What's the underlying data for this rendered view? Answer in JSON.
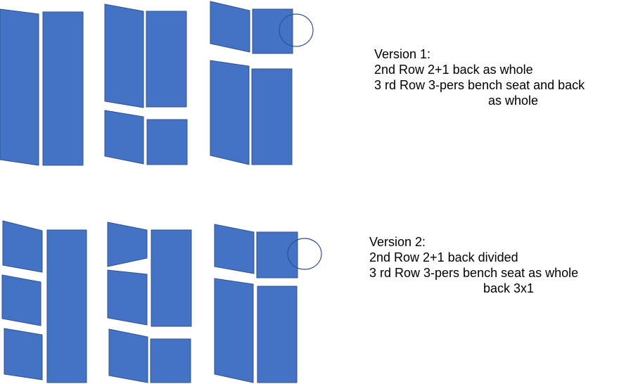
{
  "colors": {
    "panel_fill": "#4472C4",
    "panel_stroke": "#2F528F",
    "background": "#FFFFFF",
    "text": "#000000"
  },
  "version1": {
    "title": "Version 1:",
    "line1": "2nd Row 2+1 back as whole",
    "line2": "3 rd Row 3-pers bench seat and back",
    "line3": "as whole"
  },
  "version2": {
    "title": "Version 2:",
    "line1": "2nd Row 2+1 back divided",
    "line2": "3 rd Row 3-pers bench seat as whole",
    "line3": "back 3x1"
  }
}
